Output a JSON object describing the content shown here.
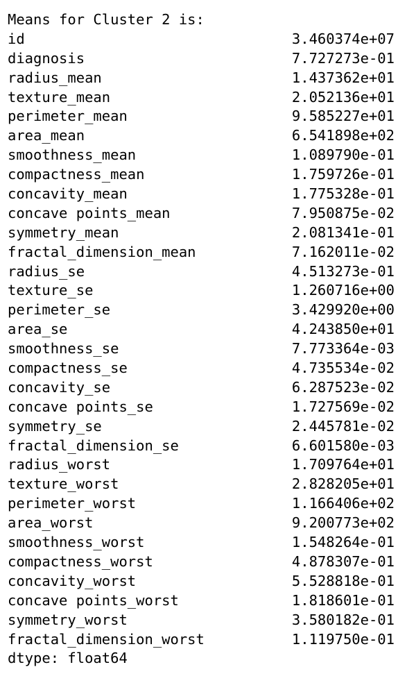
{
  "output": {
    "header": "Means for Cluster 2 is:",
    "rows": [
      {
        "label": "id",
        "value": "3.460374e+07"
      },
      {
        "label": "diagnosis",
        "value": "7.727273e-01"
      },
      {
        "label": "radius_mean",
        "value": "1.437362e+01"
      },
      {
        "label": "texture_mean",
        "value": "2.052136e+01"
      },
      {
        "label": "perimeter_mean",
        "value": "9.585227e+01"
      },
      {
        "label": "area_mean",
        "value": "6.541898e+02"
      },
      {
        "label": "smoothness_mean",
        "value": "1.089790e-01"
      },
      {
        "label": "compactness_mean",
        "value": "1.759726e-01"
      },
      {
        "label": "concavity_mean",
        "value": "1.775328e-01"
      },
      {
        "label": "concave points_mean",
        "value": "7.950875e-02"
      },
      {
        "label": "symmetry_mean",
        "value": "2.081341e-01"
      },
      {
        "label": "fractal_dimension_mean",
        "value": "7.162011e-02"
      },
      {
        "label": "radius_se",
        "value": "4.513273e-01"
      },
      {
        "label": "texture_se",
        "value": "1.260716e+00"
      },
      {
        "label": "perimeter_se",
        "value": "3.429920e+00"
      },
      {
        "label": "area_se",
        "value": "4.243850e+01"
      },
      {
        "label": "smoothness_se",
        "value": "7.773364e-03"
      },
      {
        "label": "compactness_se",
        "value": "4.735534e-02"
      },
      {
        "label": "concavity_se",
        "value": "6.287523e-02"
      },
      {
        "label": "concave points_se",
        "value": "1.727569e-02"
      },
      {
        "label": "symmetry_se",
        "value": "2.445781e-02"
      },
      {
        "label": "fractal_dimension_se",
        "value": "6.601580e-03"
      },
      {
        "label": "radius_worst",
        "value": "1.709764e+01"
      },
      {
        "label": "texture_worst",
        "value": "2.828205e+01"
      },
      {
        "label": "perimeter_worst",
        "value": "1.166406e+02"
      },
      {
        "label": "area_worst",
        "value": "9.200773e+02"
      },
      {
        "label": "smoothness_worst",
        "value": "1.548264e-01"
      },
      {
        "label": "compactness_worst",
        "value": "4.878307e-01"
      },
      {
        "label": "concavity_worst",
        "value": "5.528818e-01"
      },
      {
        "label": "concave points_worst",
        "value": "1.818601e-01"
      },
      {
        "label": "symmetry_worst",
        "value": "3.580182e-01"
      },
      {
        "label": "fractal_dimension_worst",
        "value": "1.119750e-01"
      }
    ],
    "footer": "dtype: float64"
  }
}
